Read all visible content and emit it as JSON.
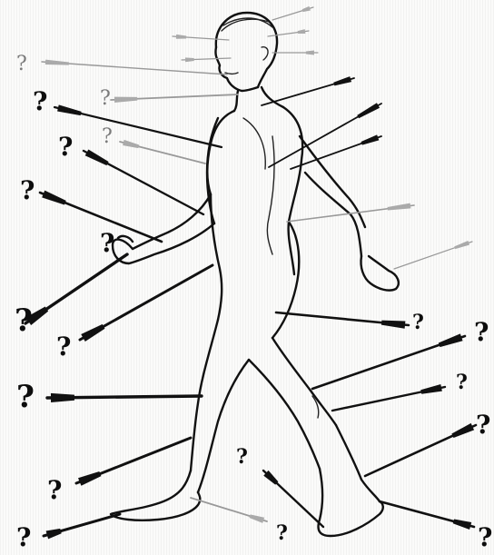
{
  "marker_text": "?",
  "pointers": [
    {
      "id": "head-1",
      "label_side": "none",
      "faint": true
    },
    {
      "id": "head-2",
      "label_side": "none",
      "faint": true
    },
    {
      "id": "head-3",
      "label_side": "none",
      "faint": true
    },
    {
      "id": "head-4",
      "label_side": "none",
      "faint": true
    },
    {
      "id": "head-5",
      "label_side": "none",
      "faint": true
    },
    {
      "id": "mouth",
      "label_side": "left",
      "faint": true
    },
    {
      "id": "neck",
      "label_side": "left",
      "faint": true
    },
    {
      "id": "shoulder",
      "label_side": "left",
      "faint": false
    },
    {
      "id": "chest",
      "label_side": "left",
      "faint": true
    },
    {
      "id": "upper-arm",
      "label_side": "left",
      "faint": false
    },
    {
      "id": "elbow",
      "label_side": "left",
      "faint": false
    },
    {
      "id": "wrist",
      "label_side": "left",
      "faint": false
    },
    {
      "id": "hip",
      "label_side": "left",
      "faint": false
    },
    {
      "id": "thigh",
      "label_side": "left",
      "faint": false
    },
    {
      "id": "shin",
      "label_side": "left",
      "faint": false
    },
    {
      "id": "foot-l",
      "label_side": "left",
      "faint": false
    },
    {
      "id": "back-1",
      "label_side": "none",
      "faint": false
    },
    {
      "id": "back-2",
      "label_side": "none",
      "faint": false
    },
    {
      "id": "back-3",
      "label_side": "none",
      "faint": false
    },
    {
      "id": "lumbar",
      "label_side": "none",
      "faint": true
    },
    {
      "id": "hand",
      "label_side": "none",
      "faint": true
    },
    {
      "id": "buttock",
      "label_side": "right",
      "faint": false
    },
    {
      "id": "hamstring",
      "label_side": "right",
      "faint": false
    },
    {
      "id": "knee",
      "label_side": "right",
      "faint": false
    },
    {
      "id": "calf",
      "label_side": "right",
      "faint": false
    },
    {
      "id": "heel",
      "label_side": "right",
      "faint": false
    },
    {
      "id": "ankle",
      "label_side": "bottom",
      "faint": false
    },
    {
      "id": "toe",
      "label_side": "bottom",
      "faint": true
    }
  ]
}
